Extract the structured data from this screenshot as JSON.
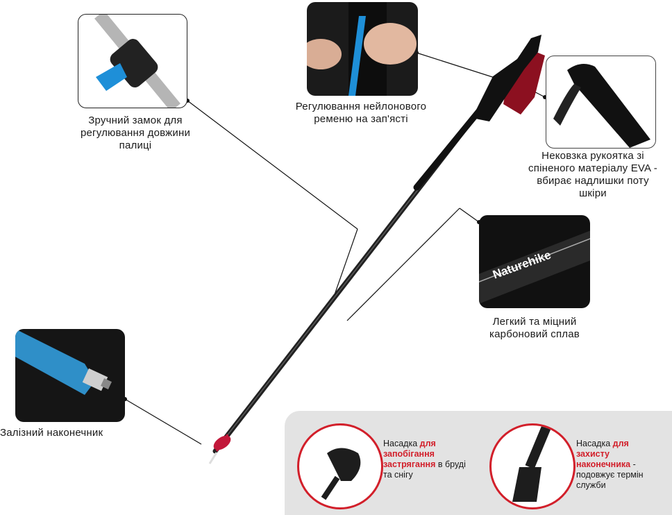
{
  "captions": {
    "lock": [
      "Зручний замок для",
      "регулювання довжини",
      "палиці"
    ],
    "strap": [
      "Регулювання нейлонового",
      "ременю на зап'ясті"
    ],
    "handle": [
      "Нековзка рукоятка зі",
      "спіненого матеріалу EVA -",
      "вбирає надлишки поту",
      "шкіри"
    ],
    "carbon": [
      "Легкий та міцний",
      "карбоновий сплав"
    ],
    "tip": "Залізний наконечник"
  },
  "brand": "Naturehike",
  "notes": {
    "mud": {
      "pre": "Насадка ",
      "red": "для запобігання застрягання",
      "post": " в бруді та снігу"
    },
    "protect": {
      "pre": "Насадка ",
      "red": "для захисту наконечника",
      "post": " - подовжує термін служби"
    }
  },
  "colors": {
    "accent": "#d21f2a",
    "blue": "#1e8fd8",
    "panel": "#e3e3e3"
  }
}
